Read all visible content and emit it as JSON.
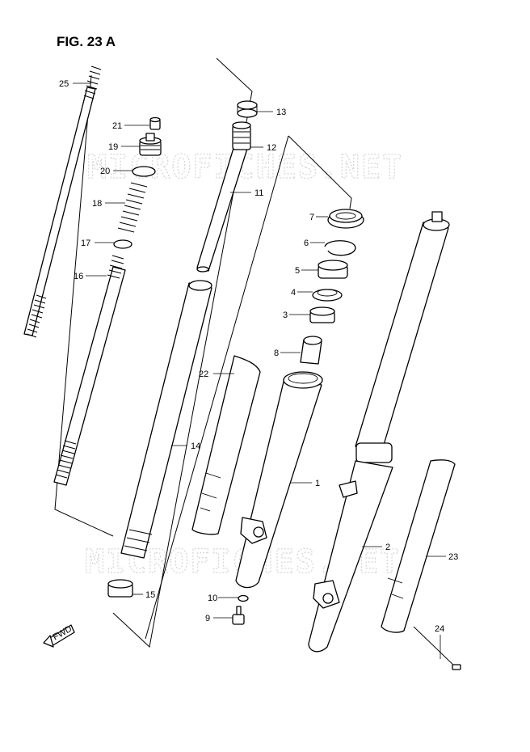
{
  "figure": {
    "title": "FIG. 23 A"
  },
  "watermarks": [
    "MICROFICHES.NET",
    "MICROFICHES.NET"
  ],
  "direction_badge": "FWD",
  "callouts": [
    {
      "id": "c1",
      "label": "1"
    },
    {
      "id": "c2",
      "label": "2"
    },
    {
      "id": "c3",
      "label": "3"
    },
    {
      "id": "c4",
      "label": "4"
    },
    {
      "id": "c5",
      "label": "5"
    },
    {
      "id": "c6",
      "label": "6"
    },
    {
      "id": "c7",
      "label": "7"
    },
    {
      "id": "c8",
      "label": "8"
    },
    {
      "id": "c9",
      "label": "9"
    },
    {
      "id": "c10",
      "label": "10"
    },
    {
      "id": "c11",
      "label": "11"
    },
    {
      "id": "c12",
      "label": "12"
    },
    {
      "id": "c13",
      "label": "13"
    },
    {
      "id": "c14",
      "label": "14"
    },
    {
      "id": "c15",
      "label": "15"
    },
    {
      "id": "c16",
      "label": "16"
    },
    {
      "id": "c17",
      "label": "17"
    },
    {
      "id": "c18",
      "label": "18"
    },
    {
      "id": "c19",
      "label": "19"
    },
    {
      "id": "c20",
      "label": "20"
    },
    {
      "id": "c21",
      "label": "21"
    },
    {
      "id": "c22",
      "label": "22"
    },
    {
      "id": "c23",
      "label": "23"
    },
    {
      "id": "c24",
      "label": "24"
    },
    {
      "id": "c25",
      "label": "25"
    }
  ]
}
